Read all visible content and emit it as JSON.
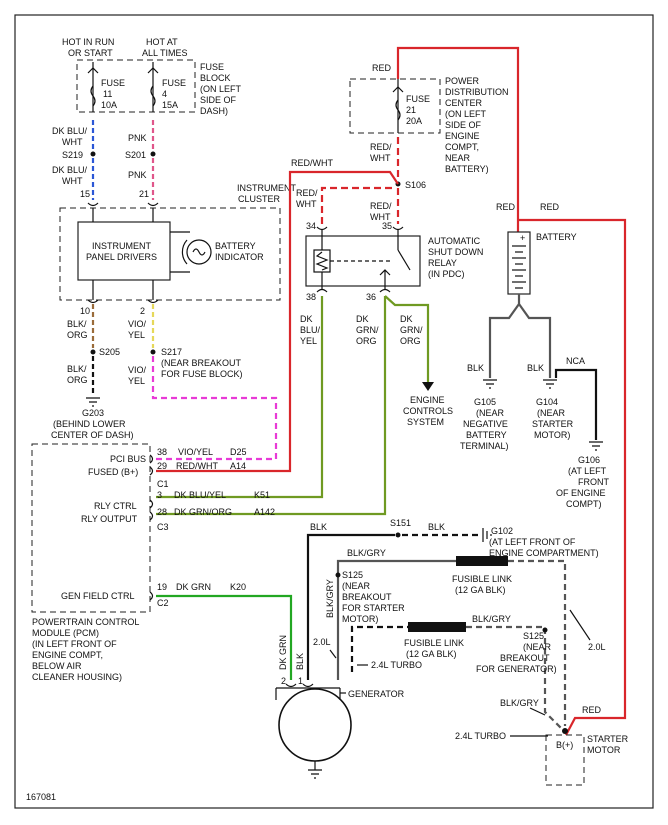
{
  "frame": {
    "figure_id": "167081"
  },
  "colors": {
    "red": "#d9262b",
    "magenta": "#e83ad6",
    "green": "#22a722",
    "olive": "#6f9a22",
    "blue": "#2b57d6",
    "pink": "#e0568a",
    "black": "#111111",
    "gray": "#666666",
    "yellow": "#e6d85a",
    "orange": "#9a6b3a"
  },
  "fuse_block": {
    "hot_run_line1": "HOT IN RUN",
    "hot_run_line2": "OR START",
    "hot_all_line1": "HOT AT",
    "hot_all_line2": "ALL TIMES",
    "fuse11": [
      "FUSE",
      "11",
      "10A"
    ],
    "fuse4": [
      "FUSE",
      "4",
      "15A"
    ],
    "label": [
      "FUSE",
      "BLOCK",
      "(ON LEFT",
      "SIDE OF",
      "DASH)"
    ]
  },
  "wires_left": {
    "dkblu_wht_a": [
      "DK BLU/",
      "WHT"
    ],
    "s219": "S219",
    "dkblu_wht_b": [
      "DK BLU/",
      "WHT"
    ],
    "pin15": "15",
    "pnk_a": "PNK",
    "s201": "S201",
    "pnk_b": "PNK",
    "pin21": "21"
  },
  "cluster": {
    "label": [
      "INSTRUMENT",
      "CLUSTER"
    ],
    "drivers": [
      "INSTRUMENT",
      "PANEL DRIVERS"
    ],
    "battery_ind": [
      "BATTERY",
      "INDICATOR"
    ],
    "pin10": "10",
    "pin2": "2"
  },
  "lower_left": {
    "blk_org_a": [
      "BLK/",
      "ORG"
    ],
    "s205": "S205",
    "blk_org_b": [
      "BLK/",
      "ORG"
    ],
    "vio_yel_a": [
      "VIO/",
      "YEL"
    ],
    "s217": "S217",
    "s217_note": [
      "(NEAR BREAKOUT",
      "FOR FUSE BLOCK)"
    ],
    "vio_yel_b": [
      "VIO/",
      "YEL"
    ],
    "g203": "G203",
    "g203_note": [
      "(BEHIND LOWER",
      "CENTER OF DASH)"
    ]
  },
  "pdc": {
    "red_top": "RED",
    "fuse21": [
      "FUSE",
      "21",
      "20A"
    ],
    "label": [
      "POWER",
      "DISTRIBUTION",
      "CENTER",
      "(ON LEFT",
      "SIDE OF",
      "ENGINE",
      "COMPT,",
      "NEAR",
      "BATTERY)"
    ],
    "red_wht_a": [
      "RED/",
      "WHT"
    ],
    "red_wht_top": "RED/WHT",
    "s106": "S106",
    "red_wht_b": [
      "RED/",
      "WHT"
    ],
    "red_wht_c": [
      "RED/",
      "WHT"
    ]
  },
  "asd": {
    "pin34": "34",
    "pin35": "35",
    "pin38": "38",
    "pin36": "36",
    "label": [
      "AUTOMATIC",
      "SHUT DOWN",
      "RELAY",
      "(IN PDC)"
    ],
    "dk_blu_yel": [
      "DK",
      "BLU/",
      "YEL"
    ],
    "dk_grn_org_a": [
      "DK",
      "GRN/",
      "ORG"
    ],
    "dk_grn_org_b": [
      "DK",
      "GRN/",
      "ORG"
    ],
    "ecs": [
      "ENGINE",
      "CONTROLS",
      "SYSTEM"
    ]
  },
  "battery": {
    "red_a": "RED",
    "red_b": "RED",
    "label": "BATTERY",
    "plus": "+",
    "blk_a": "BLK",
    "blk_b": "BLK",
    "nca": "NCA",
    "g105": [
      "G105",
      "(NEAR",
      "NEGATIVE",
      "BATTERY",
      "TERMINAL)"
    ],
    "g104": [
      "G104",
      "(NEAR",
      "STARTER",
      "MOTOR)"
    ],
    "g106": [
      "G106",
      "(AT LEFT",
      "FRONT",
      "OF ENGINE",
      "COMPT)"
    ]
  },
  "pcm": {
    "pci_bus": "PCI BUS",
    "fused": "FUSED (B+)",
    "c1": "C1",
    "pin38": "38",
    "pin29": "29",
    "vio_yel": "VIO/YEL",
    "d25": "D25",
    "red_wht": "RED/WHT",
    "a14": "A14",
    "rly_ctrl": "RLY CTRL",
    "rly_output": "RLY OUTPUT",
    "c3": "C3",
    "pin3": "3",
    "pin28": "28",
    "dk_blu_yel": "DK BLU/YEL",
    "k51": "K51",
    "dk_grn_org": "DK GRN/ORG",
    "a142": "A142",
    "gen_field": "GEN FIELD CTRL",
    "c2": "C2",
    "pin19": "19",
    "dk_grn": "DK GRN",
    "k20": "K20",
    "label": [
      "POWERTRAIN CONTROL",
      "MODULE (PCM)",
      "(IN LEFT FRONT OF",
      "ENGINE COMPT,",
      "BELOW AIR",
      "CLEANER HOUSING)"
    ]
  },
  "generator": {
    "blk_top": "BLK",
    "s151": "S151",
    "blk_right": "BLK",
    "g102": "G102",
    "g102_note": [
      "(AT LEFT FRONT OF",
      "ENGINE COMPARTMENT)"
    ],
    "blk_gry_a": "BLK/GRY",
    "s125_a": "S125",
    "s125_a_note": [
      "(NEAR",
      "BREAKOUT",
      "FOR STARTER",
      "MOTOR)"
    ],
    "fusible_a": [
      "FUSIBLE LINK",
      "(12 GA BLK)"
    ],
    "blk_gry_vert": "BLK/GRY",
    "fusible_b": [
      "FUSIBLE LINK",
      "(12 GA BLK)"
    ],
    "blk_gry_b": "BLK/GRY",
    "s125_b": "S125",
    "s125_b_note": [
      "(NEAR",
      "BREAKOUT",
      "FOR GENERATOR)"
    ],
    "l20_a": "2.0L",
    "l24_a": "2.4L TURBO",
    "l20_b": "2.0L",
    "dk_grn_vert": "DK GRN",
    "blk_vert": "BLK",
    "pin2": "2",
    "pin1": "1",
    "label": "GENERATOR",
    "blk_gry_c": "BLK/GRY",
    "red_starter": "RED",
    "l24_b": "2.4L TURBO",
    "bplus": "B(+)",
    "starter": [
      "STARTER",
      "MOTOR"
    ]
  }
}
